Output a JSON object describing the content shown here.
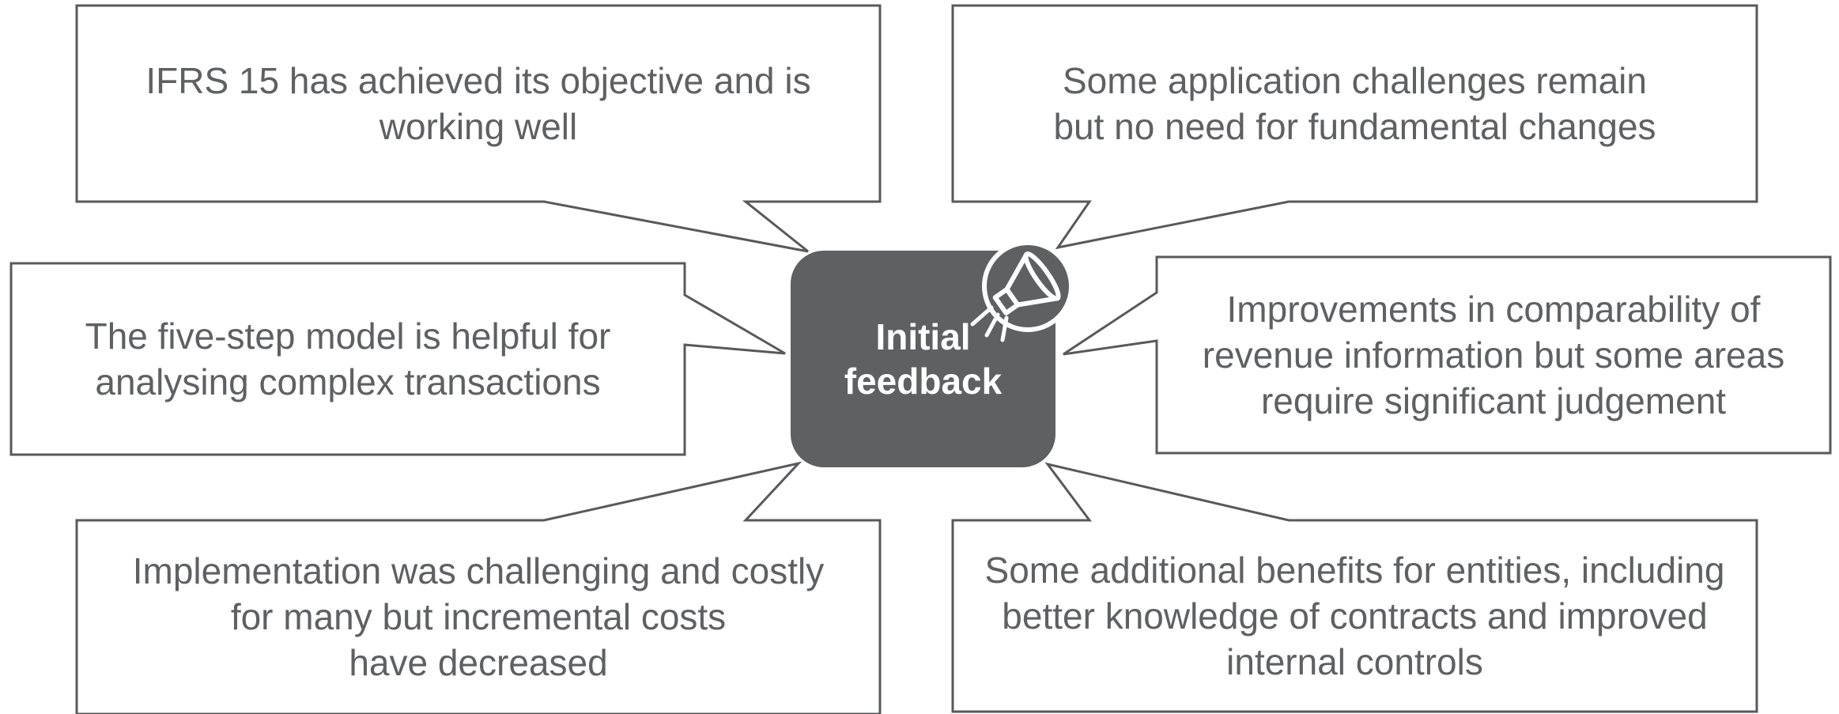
{
  "center": {
    "line1": "Initial",
    "line2": "feedback",
    "icon": "megaphone-icon"
  },
  "callouts": {
    "top_left": "IFRS 15 has achieved its objective and is\nworking well",
    "top_right": "Some application challenges remain\nbut no need for fundamental changes",
    "middle_left": "The five-step model is helpful for\nanalysing complex transactions",
    "middle_right": "Improvements in comparability of\nrevenue information but some areas\nrequire significant judgement",
    "bottom_left": "Implementation was challenging and costly\nfor many but incremental costs\nhave decreased",
    "bottom_right": "Some additional benefits for entities, including\nbetter knowledge of contracts and improved\ninternal controls"
  },
  "colors": {
    "center_fill": "#5f6062",
    "border": "#58595b",
    "text": "#5f6062"
  }
}
